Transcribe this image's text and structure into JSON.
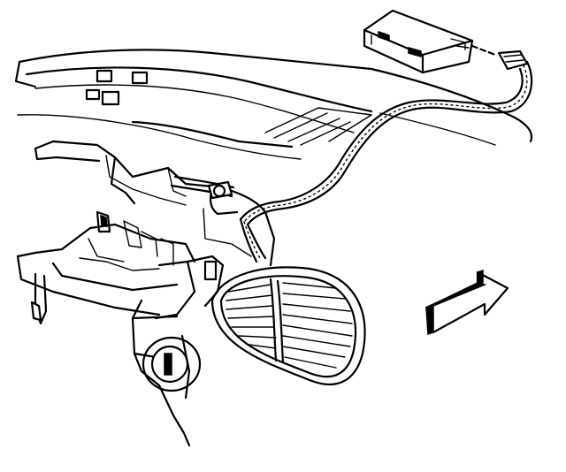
{
  "diagram": {
    "style": "black line-art technical illustration",
    "colors": {
      "ink": "#000000",
      "background": "#ffffff"
    },
    "components": [
      {
        "name": "control-module",
        "icon": "module-box"
      },
      {
        "name": "wiring-harness",
        "icon": "corrugated-conduit"
      },
      {
        "name": "harness-connector",
        "icon": "plug"
      },
      {
        "name": "instrument-panel-carrier",
        "icon": "dash-frame"
      },
      {
        "name": "air-outlet-vent",
        "icon": "louvered-vent"
      },
      {
        "name": "headlamp-switch-knob",
        "icon": "round-knob"
      },
      {
        "name": "view-direction-arrow",
        "icon": "arrow"
      }
    ]
  }
}
